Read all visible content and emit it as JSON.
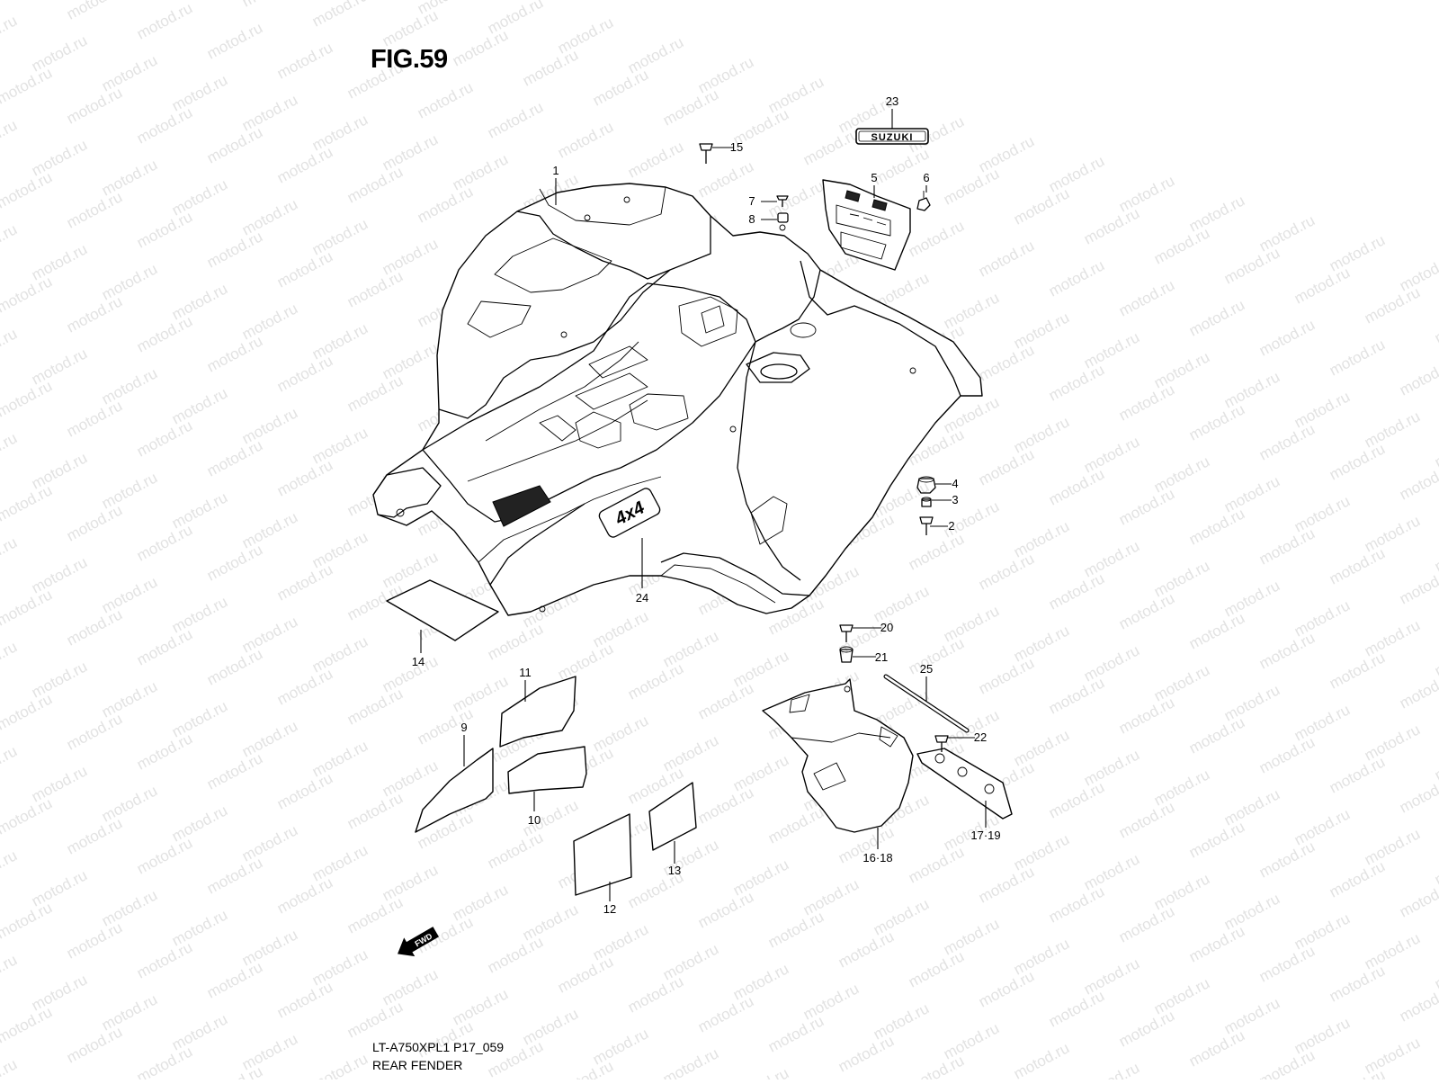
{
  "figure": {
    "title": "FIG.59"
  },
  "caption": {
    "code": "LT-A750XPL1 P17_059",
    "name": "REAR FENDER"
  },
  "watermark": {
    "text": "motod.ru"
  },
  "emblem": {
    "brand": "SUZUKI",
    "decal": "4x4"
  },
  "fwd_label": "FWD",
  "callouts": [
    {
      "id": "1",
      "text": "1"
    },
    {
      "id": "2",
      "text": "2"
    },
    {
      "id": "3",
      "text": "3"
    },
    {
      "id": "4",
      "text": "4"
    },
    {
      "id": "5",
      "text": "5"
    },
    {
      "id": "6",
      "text": "6"
    },
    {
      "id": "7",
      "text": "7"
    },
    {
      "id": "8",
      "text": "8"
    },
    {
      "id": "9",
      "text": "9"
    },
    {
      "id": "10",
      "text": "10"
    },
    {
      "id": "11",
      "text": "11"
    },
    {
      "id": "12",
      "text": "12"
    },
    {
      "id": "13",
      "text": "13"
    },
    {
      "id": "14",
      "text": "14"
    },
    {
      "id": "15",
      "text": "15"
    },
    {
      "id": "16-18",
      "text": "16·18"
    },
    {
      "id": "17-19",
      "text": "17·19"
    },
    {
      "id": "20",
      "text": "20"
    },
    {
      "id": "21",
      "text": "21"
    },
    {
      "id": "22",
      "text": "22"
    },
    {
      "id": "23",
      "text": "23"
    },
    {
      "id": "24",
      "text": "24"
    },
    {
      "id": "25",
      "text": "25"
    }
  ]
}
